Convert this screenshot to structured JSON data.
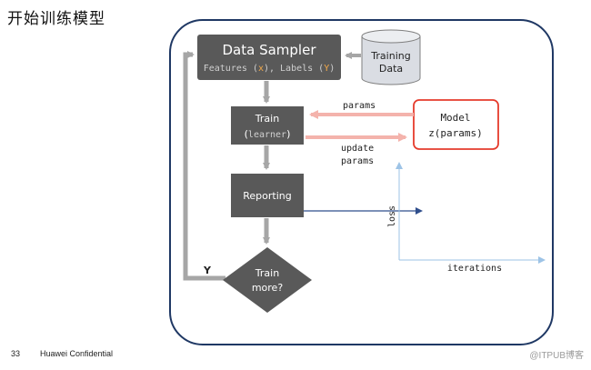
{
  "slide": {
    "title": "开始训练模型"
  },
  "data_sampler": {
    "title": "Data Sampler",
    "subtitle_a": "Features (",
    "x": "x",
    "subtitle_b": "), Labels (",
    "y": "Y",
    "subtitle_c": ")"
  },
  "training_data": {
    "line1": "Training",
    "line2": "Data"
  },
  "train": {
    "line1": "Train",
    "line2_a": "(",
    "learner": "learner",
    "line2_b": ")"
  },
  "reporting": {
    "label": "Reporting"
  },
  "decision": {
    "line1": "Train",
    "line2": "more?",
    "yes_label": "Y"
  },
  "model": {
    "line1": "Model",
    "line2": "z(params)"
  },
  "arrows": {
    "params": "params",
    "update1": "update",
    "update2": "params"
  },
  "plot": {
    "ylabel": "loss",
    "xlabel": "iterations"
  },
  "footer": {
    "page": "33",
    "confidential": "Huawei Confidential",
    "watermark": "@ITPUB博客"
  },
  "colors": {
    "box": "#595959",
    "frame": "#1f3864",
    "model_border": "#e53b2c",
    "pink_arrow": "#f4b3ac",
    "gray_arrow": "#a6a6a6",
    "axis": "#9dc3e6",
    "report_arrow": "#2f4e8c",
    "cylinder": "#dadde3"
  }
}
